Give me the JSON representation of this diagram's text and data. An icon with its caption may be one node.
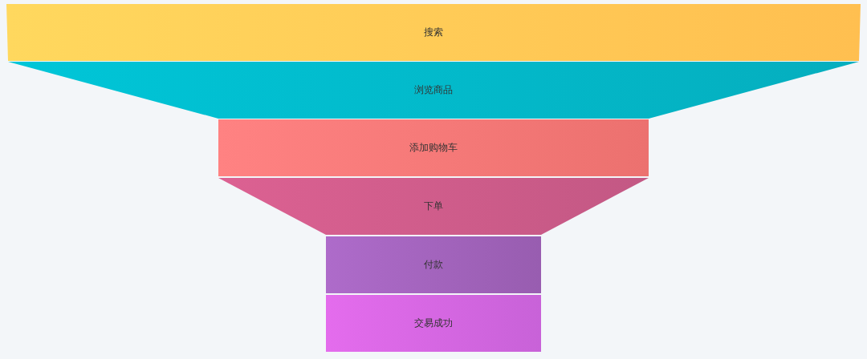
{
  "diagram": {
    "nodes": [
      {
        "text": [
          "搜索"
        ]
      },
      {
        "text": [
          "浏览商品"
        ]
      },
      {
        "text": [
          "添加购物车"
        ]
      },
      {
        "text": [
          "下单"
        ]
      },
      {
        "text": [
          "付款"
        ]
      },
      {
        "text": [
          "交易成功"
        ]
      }
    ]
  }
}
